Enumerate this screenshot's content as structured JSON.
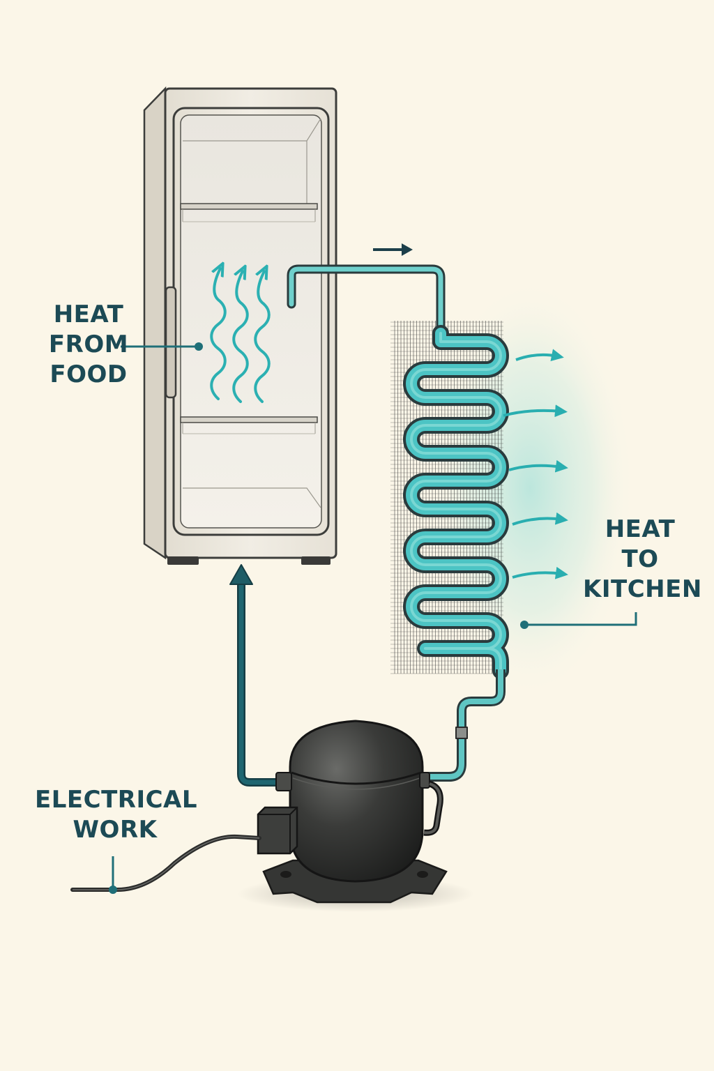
{
  "colors": {
    "background": "#fbf6e8",
    "label_text": "#1c4a55",
    "pipe_teal": "#4cc4c4",
    "pipe_outline": "#2a3b3d",
    "dark_pipe": "#1f6670",
    "leader_line": "#1f6f78",
    "heat_arrow": "#29aeb0",
    "fridge_body": "#ede9df",
    "compressor": "#2c2d2c"
  },
  "labels": {
    "heat_from_food": [
      "HEAT",
      "FROM",
      "FOOD"
    ],
    "heat_to_kitchen": [
      "HEAT",
      "TO",
      "KITCHEN"
    ],
    "electrical_work": [
      "ELECTRICAL",
      "WORK"
    ]
  },
  "components": {
    "refrigerator": "refrigerator",
    "condenser": "condenser-coil",
    "compressor": "compressor",
    "power_cord": "power-cord"
  },
  "icons": {
    "flow_arrow": "arrow-right-icon",
    "return_arrow": "arrow-up-icon",
    "heat_waves": "wavy-arrow-up-icon",
    "heat_out": "arrow-right-icon"
  }
}
